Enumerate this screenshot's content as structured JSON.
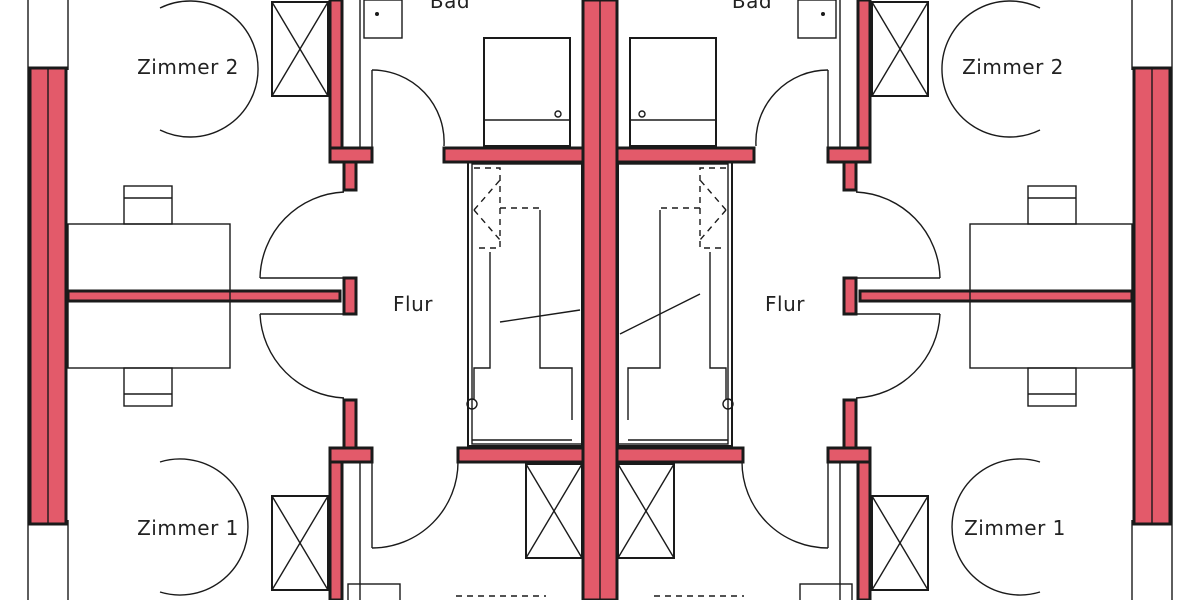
{
  "rooms": {
    "left_bath": "Bad",
    "right_bath": "Bad",
    "left_bedroom_top": "Zimmer 2",
    "right_bedroom_top": "Zimmer 2",
    "left_hall": "Flur",
    "right_hall": "Flur",
    "left_bedroom_bottom": "Zimmer 1",
    "right_bedroom_bottom": "Zimmer 1"
  },
  "colors": {
    "wall_fill": "#e35a6a",
    "line": "#1a1a1a",
    "background": "#ffffff"
  }
}
